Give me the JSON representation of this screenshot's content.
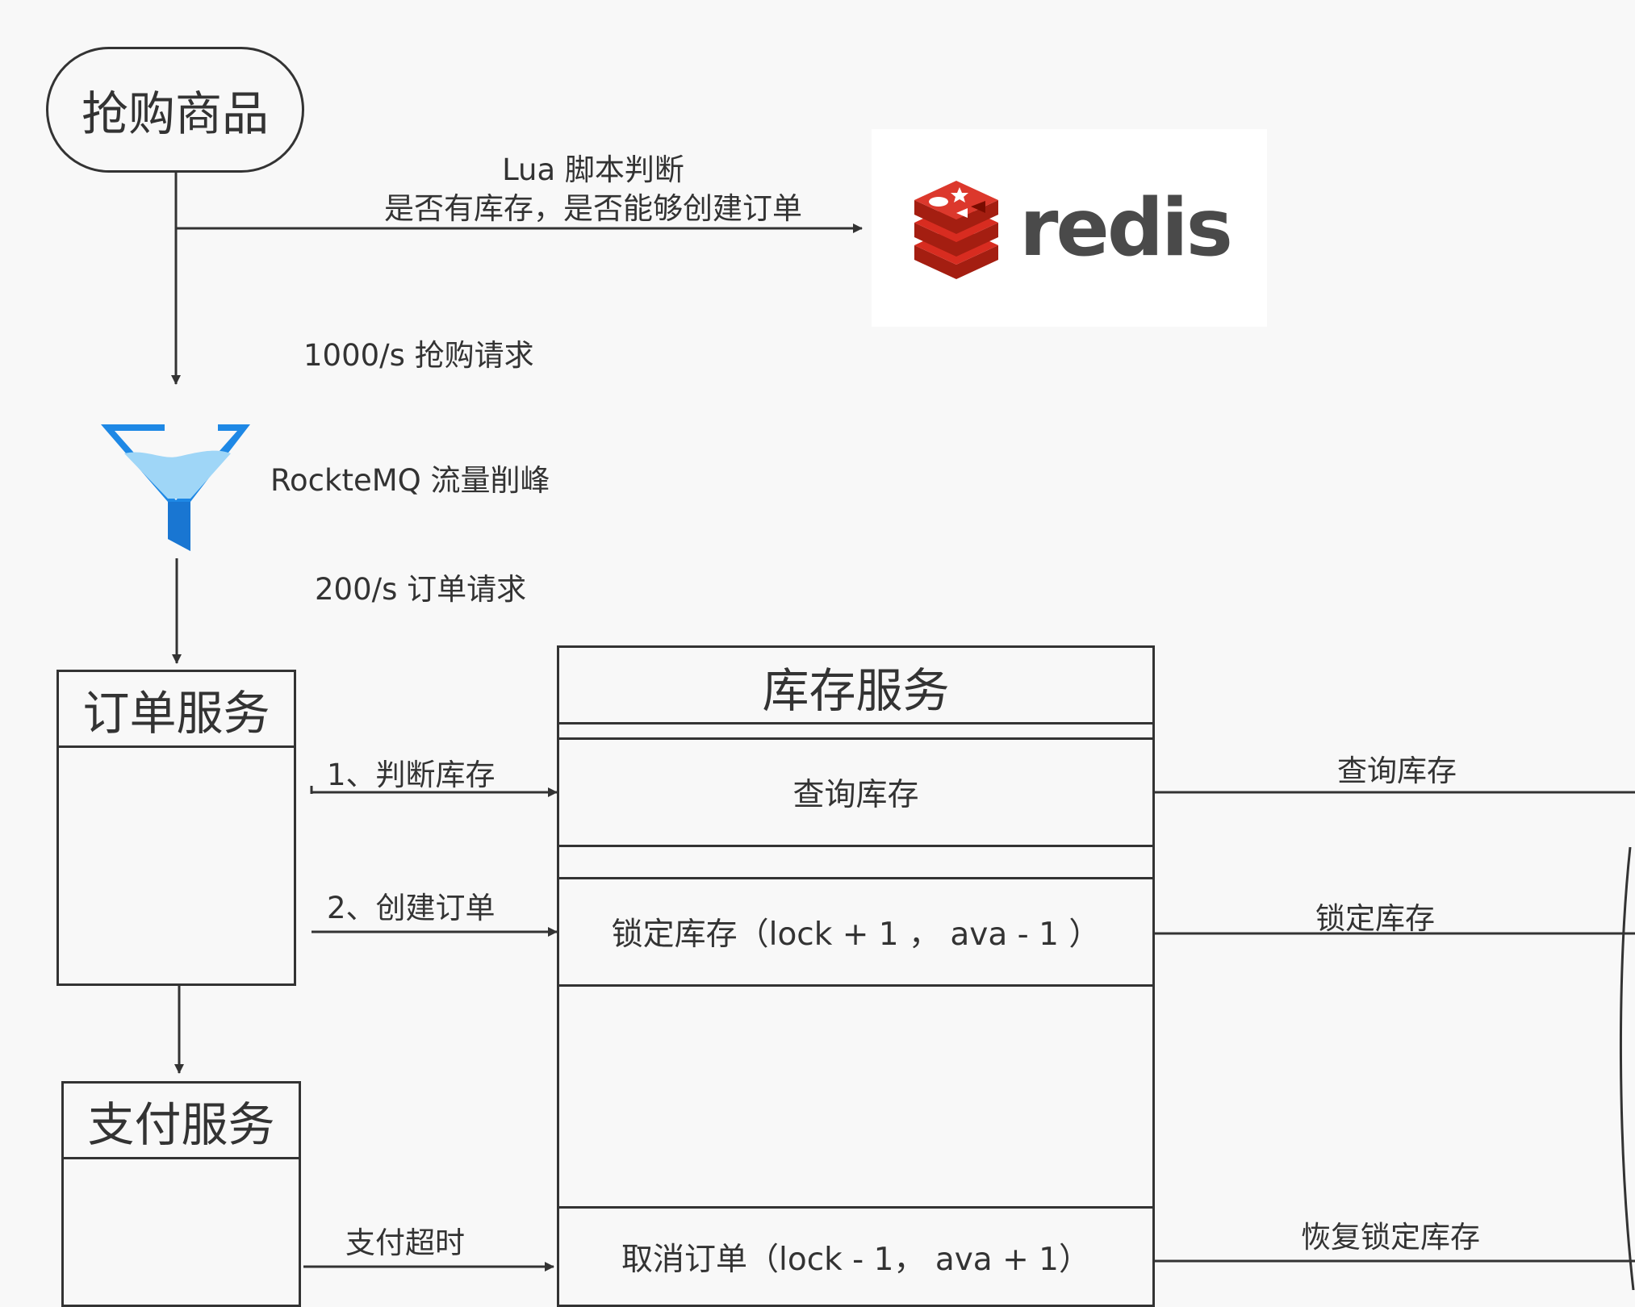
{
  "nodes": {
    "start": "抢购商品",
    "redis": "redis",
    "order_service": "订单服务",
    "payment_service": "支付服务",
    "inventory_service": {
      "title": "库存服务",
      "rows": [
        "查询库存",
        "锁定库存（lock + 1 ， ava - 1 ）",
        "取消订单（lock - 1，  ava + 1）"
      ]
    }
  },
  "edges": {
    "lua_line1": "Lua 脚本判断",
    "lua_line2": "是否有库存，是否能够创建订单",
    "rate_in": "1000/s 抢购请求",
    "mq": "RockteMQ  流量削峰",
    "rate_out": "200/s 订单请求",
    "step1": "1、判断库存",
    "step2": "2、创建订单",
    "timeout": "支付超时",
    "right_query": "查询库存",
    "right_lock": "锁定库存",
    "right_restore": "恢复锁定库存"
  },
  "colors": {
    "line": "#333333",
    "background": "#f8f8f8",
    "redis_red": "#c6302b",
    "funnel_blue": "#1e88e5",
    "funnel_light": "#9fd6f7"
  },
  "icons": [
    "redis-logo-icon",
    "funnel-icon"
  ]
}
